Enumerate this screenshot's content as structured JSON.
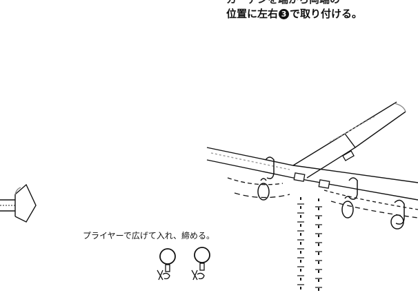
{
  "top_caption": {
    "partial_line": "カーテンを端から両端の",
    "line2_before": "位置に左右",
    "circled_number": "3",
    "line2_after": "で取り付ける。"
  },
  "pliers_note": "プライヤーで広げて入れ、締める。",
  "icons": [
    "plug-icon",
    "ring-pliers-icon",
    "curtain-hook-icon",
    "curtain-rail"
  ]
}
